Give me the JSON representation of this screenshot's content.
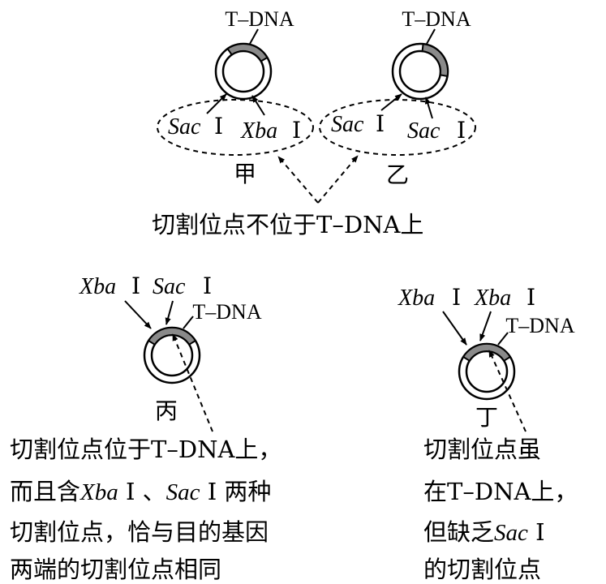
{
  "plasmids": {
    "jia": {
      "tdna": "T–DNA",
      "site1": "Sac",
      "site1_num": "Ⅰ",
      "site2": "Xba",
      "site2_num": "Ⅰ",
      "name": "甲"
    },
    "yi": {
      "tdna": "T–DNA",
      "site1": "Sac",
      "site1_num": "Ⅰ",
      "site2": "Sac",
      "site2_num": "Ⅰ",
      "name": "乙"
    },
    "bing": {
      "tdna": "T–DNA",
      "site1": "Xba",
      "site1_num": "Ⅰ",
      "site2": "Sac",
      "site2_num": "Ⅰ",
      "name": "丙"
    },
    "ding": {
      "tdna": "T–DNA",
      "site1": "Xba",
      "site1_num": "Ⅰ",
      "site2": "Xba",
      "site2_num": "Ⅰ",
      "name": "丁"
    }
  },
  "captions": {
    "top": "切割位点不位于T–DNA上",
    "bing_line1": "切割位点位于T–DNA上，",
    "bing_line2_a": "而且含",
    "bing_line2_xba": "Xba",
    "bing_line2_num1": " Ⅰ 、",
    "bing_line2_sac": "Sac",
    "bing_line2_num2": " Ⅰ 两种",
    "bing_line3": "切割位点，恰与目的基因",
    "bing_line4": "两端的切割位点相同",
    "ding_line1": "切割位点虽",
    "ding_line2": "在T–DNA上，",
    "ding_line3_a": "但缺乏",
    "ding_line3_sac": "Sac",
    "ding_line3_num": " Ⅰ",
    "ding_line4": "的切割位点"
  },
  "colors": {
    "tdna_fill": "#8a8a8a",
    "line": "#000000"
  }
}
